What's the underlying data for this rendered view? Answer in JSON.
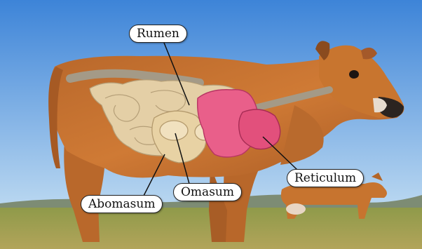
{
  "labels": {
    "rumen": "Rumen",
    "reticulum": "Reticulum",
    "omasum": "Omasum",
    "abomasum": "Abomasum"
  },
  "colors": {
    "sky_top": "#3d84d8",
    "sky_bottom": "#bcd9f1",
    "grass": "#9ea24d",
    "cow_coat": "#c7732f",
    "rumen_fill": "#e95f8a",
    "intestine_fill": "#e4cfa6",
    "esophagus": "#a49a87"
  }
}
